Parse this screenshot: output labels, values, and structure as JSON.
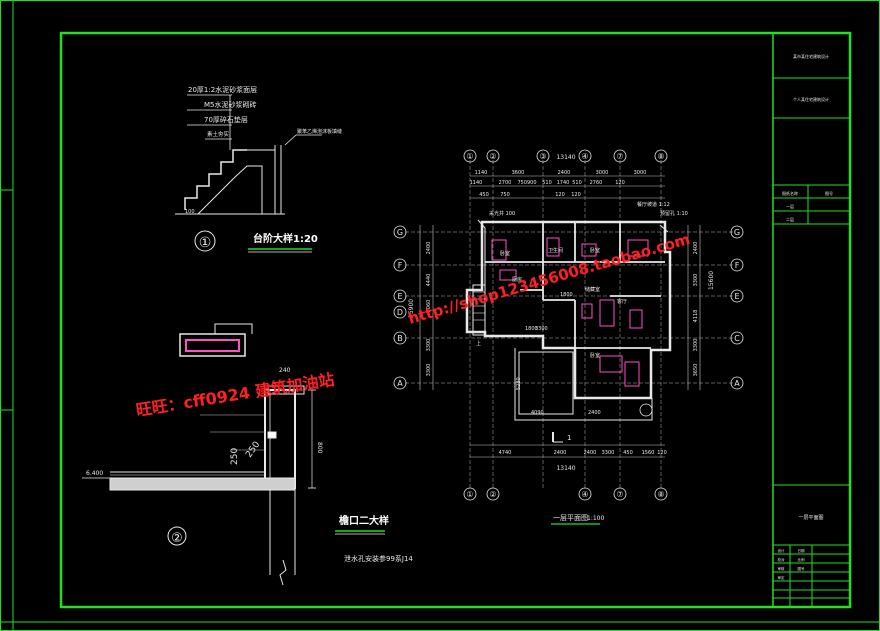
{
  "colors": {
    "background": "#000000",
    "border": "#22e022",
    "line": "#e8e8e8",
    "dimension": "#c8c8c8",
    "wall": "#ff4fc3",
    "watermark": "#ff2020",
    "grid_bubble": "#e8e8e8"
  },
  "detail_1": {
    "number": "①",
    "title": "台阶大样1:20",
    "layers": [
      "20厚1:2水泥砂浆面层",
      "M5水泥砂浆砌砖",
      "70厚碎石垫层",
      "素土夯实"
    ],
    "side_note": "聚苯乙烯泡沫板填缝",
    "dim_label": "100"
  },
  "detail_2": {
    "number": "②",
    "title": "檐口二大样",
    "subtitle": "泄水孔安装参99系J14",
    "level_label": "6.400",
    "dims": [
      "240",
      "250",
      "250",
      "800"
    ]
  },
  "plan": {
    "title": "一层平面图",
    "scale": "1:100",
    "top_axes": [
      "①",
      "②",
      "③",
      "④",
      "⑦",
      "⑧"
    ],
    "top_overall": "13140",
    "top_dims_row1": [
      "1140",
      "3600",
      "2400",
      "3000",
      "3000"
    ],
    "top_dims_row2": [
      "1140",
      "2700",
      "750900",
      "510",
      "1740",
      "510",
      "2760",
      "120"
    ],
    "top_dims_row3": [
      "450",
      "750",
      "120",
      "120"
    ],
    "bottom_axes": [
      "①",
      "②",
      "④",
      "⑦",
      "⑧"
    ],
    "bottom_overall": "13140",
    "bottom_dims": [
      "4740",
      "2400",
      "2400",
      "3300",
      "450",
      "1560",
      "120"
    ],
    "left_axes": [
      "G",
      "F",
      "E",
      "D",
      "B",
      "A"
    ],
    "left_overall": "15900",
    "left_dims": [
      "2400",
      "4440",
      "2060",
      "3300",
      "3300"
    ],
    "right_axes": [
      "G",
      "F",
      "E",
      "C",
      "A"
    ],
    "right_overall": "15600",
    "right_dims": [
      "2400",
      "3300",
      "4118",
      "3300",
      "3650"
    ],
    "inner_dims": [
      "4090",
      "2400",
      "1800",
      "3300",
      "5280",
      "1800"
    ],
    "room_labels": [
      "卧室",
      "卫生间",
      "卧室",
      "客厅",
      "厨房",
      "卧室",
      "储藏室",
      "上"
    ],
    "annotations": [
      "采光井 100",
      "餐厅坡道 1:12",
      "预留孔 1:10"
    ],
    "section_mark": "1"
  },
  "watermark": {
    "line1": "旺旺：cff0924 建筑加油站",
    "line2": "http://shop123456008.taobao.com"
  },
  "title_block": {
    "top_cells": [
      "某市某住宅建筑设计",
      "个人某住宅建筑设计"
    ],
    "table_headers": [
      "图纸名称",
      "图号"
    ],
    "table_rows": [
      "一层",
      "二层"
    ],
    "drawing_name": "一层平面图",
    "bottom_cells": [
      "设计",
      "校对",
      "审核",
      "审定",
      "日期",
      "比例",
      "图号"
    ]
  }
}
